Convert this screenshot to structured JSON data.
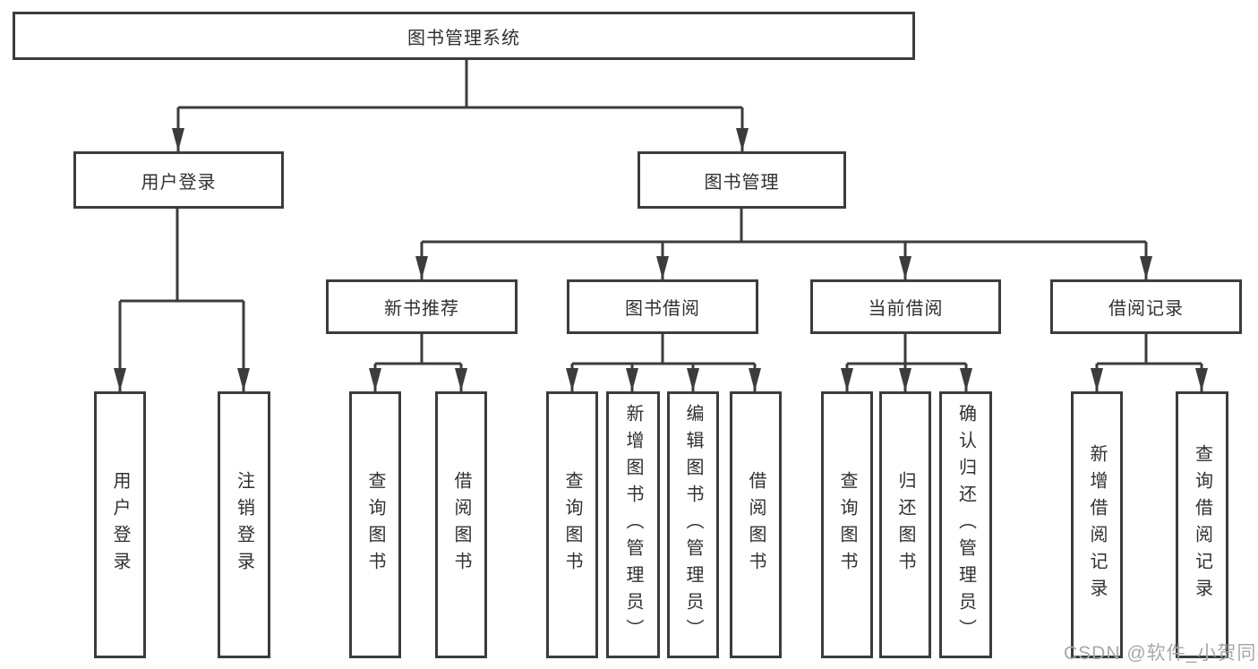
{
  "diagram_title": "图书管理系统",
  "colors": {
    "line": "#3c3c3c",
    "box_border": "#3c3c3c",
    "box_background": "#ffffff",
    "text": "#303030",
    "watermark": "#a8a8a8"
  },
  "nodes": {
    "root": {
      "label": "图书管理系统"
    },
    "level2": [
      {
        "label": "用户登录",
        "parent": "图书管理系统"
      },
      {
        "label": "图书管理",
        "parent": "图书管理系统"
      }
    ],
    "level3": [
      {
        "label": "新书推荐",
        "parent": "图书管理"
      },
      {
        "label": "图书借阅",
        "parent": "图书管理"
      },
      {
        "label": "当前借阅",
        "parent": "图书管理"
      },
      {
        "label": "借阅记录",
        "parent": "图书管理"
      }
    ],
    "leaves": [
      {
        "label": "用户登录",
        "parent": "用户登录"
      },
      {
        "label": "注销登录",
        "parent": "用户登录"
      },
      {
        "label": "查询图书",
        "parent": "新书推荐"
      },
      {
        "label": "借阅图书",
        "parent": "新书推荐"
      },
      {
        "label": "查询图书",
        "parent": "图书借阅"
      },
      {
        "label": "新增图书（管理员）",
        "parent": "图书借阅"
      },
      {
        "label": "编辑图书（管理员）",
        "parent": "图书借阅"
      },
      {
        "label": "借阅图书",
        "parent": "图书借阅"
      },
      {
        "label": "查询图书",
        "parent": "当前借阅"
      },
      {
        "label": "归还图书",
        "parent": "当前借阅"
      },
      {
        "label": "确认归还（管理员）",
        "parent": "当前借阅"
      },
      {
        "label": "新增借阅记录",
        "parent": "借阅记录"
      },
      {
        "label": "查询借阅记录",
        "parent": "借阅记录"
      }
    ]
  },
  "watermark": {
    "text": "CSDN @软件_小贺同学"
  }
}
